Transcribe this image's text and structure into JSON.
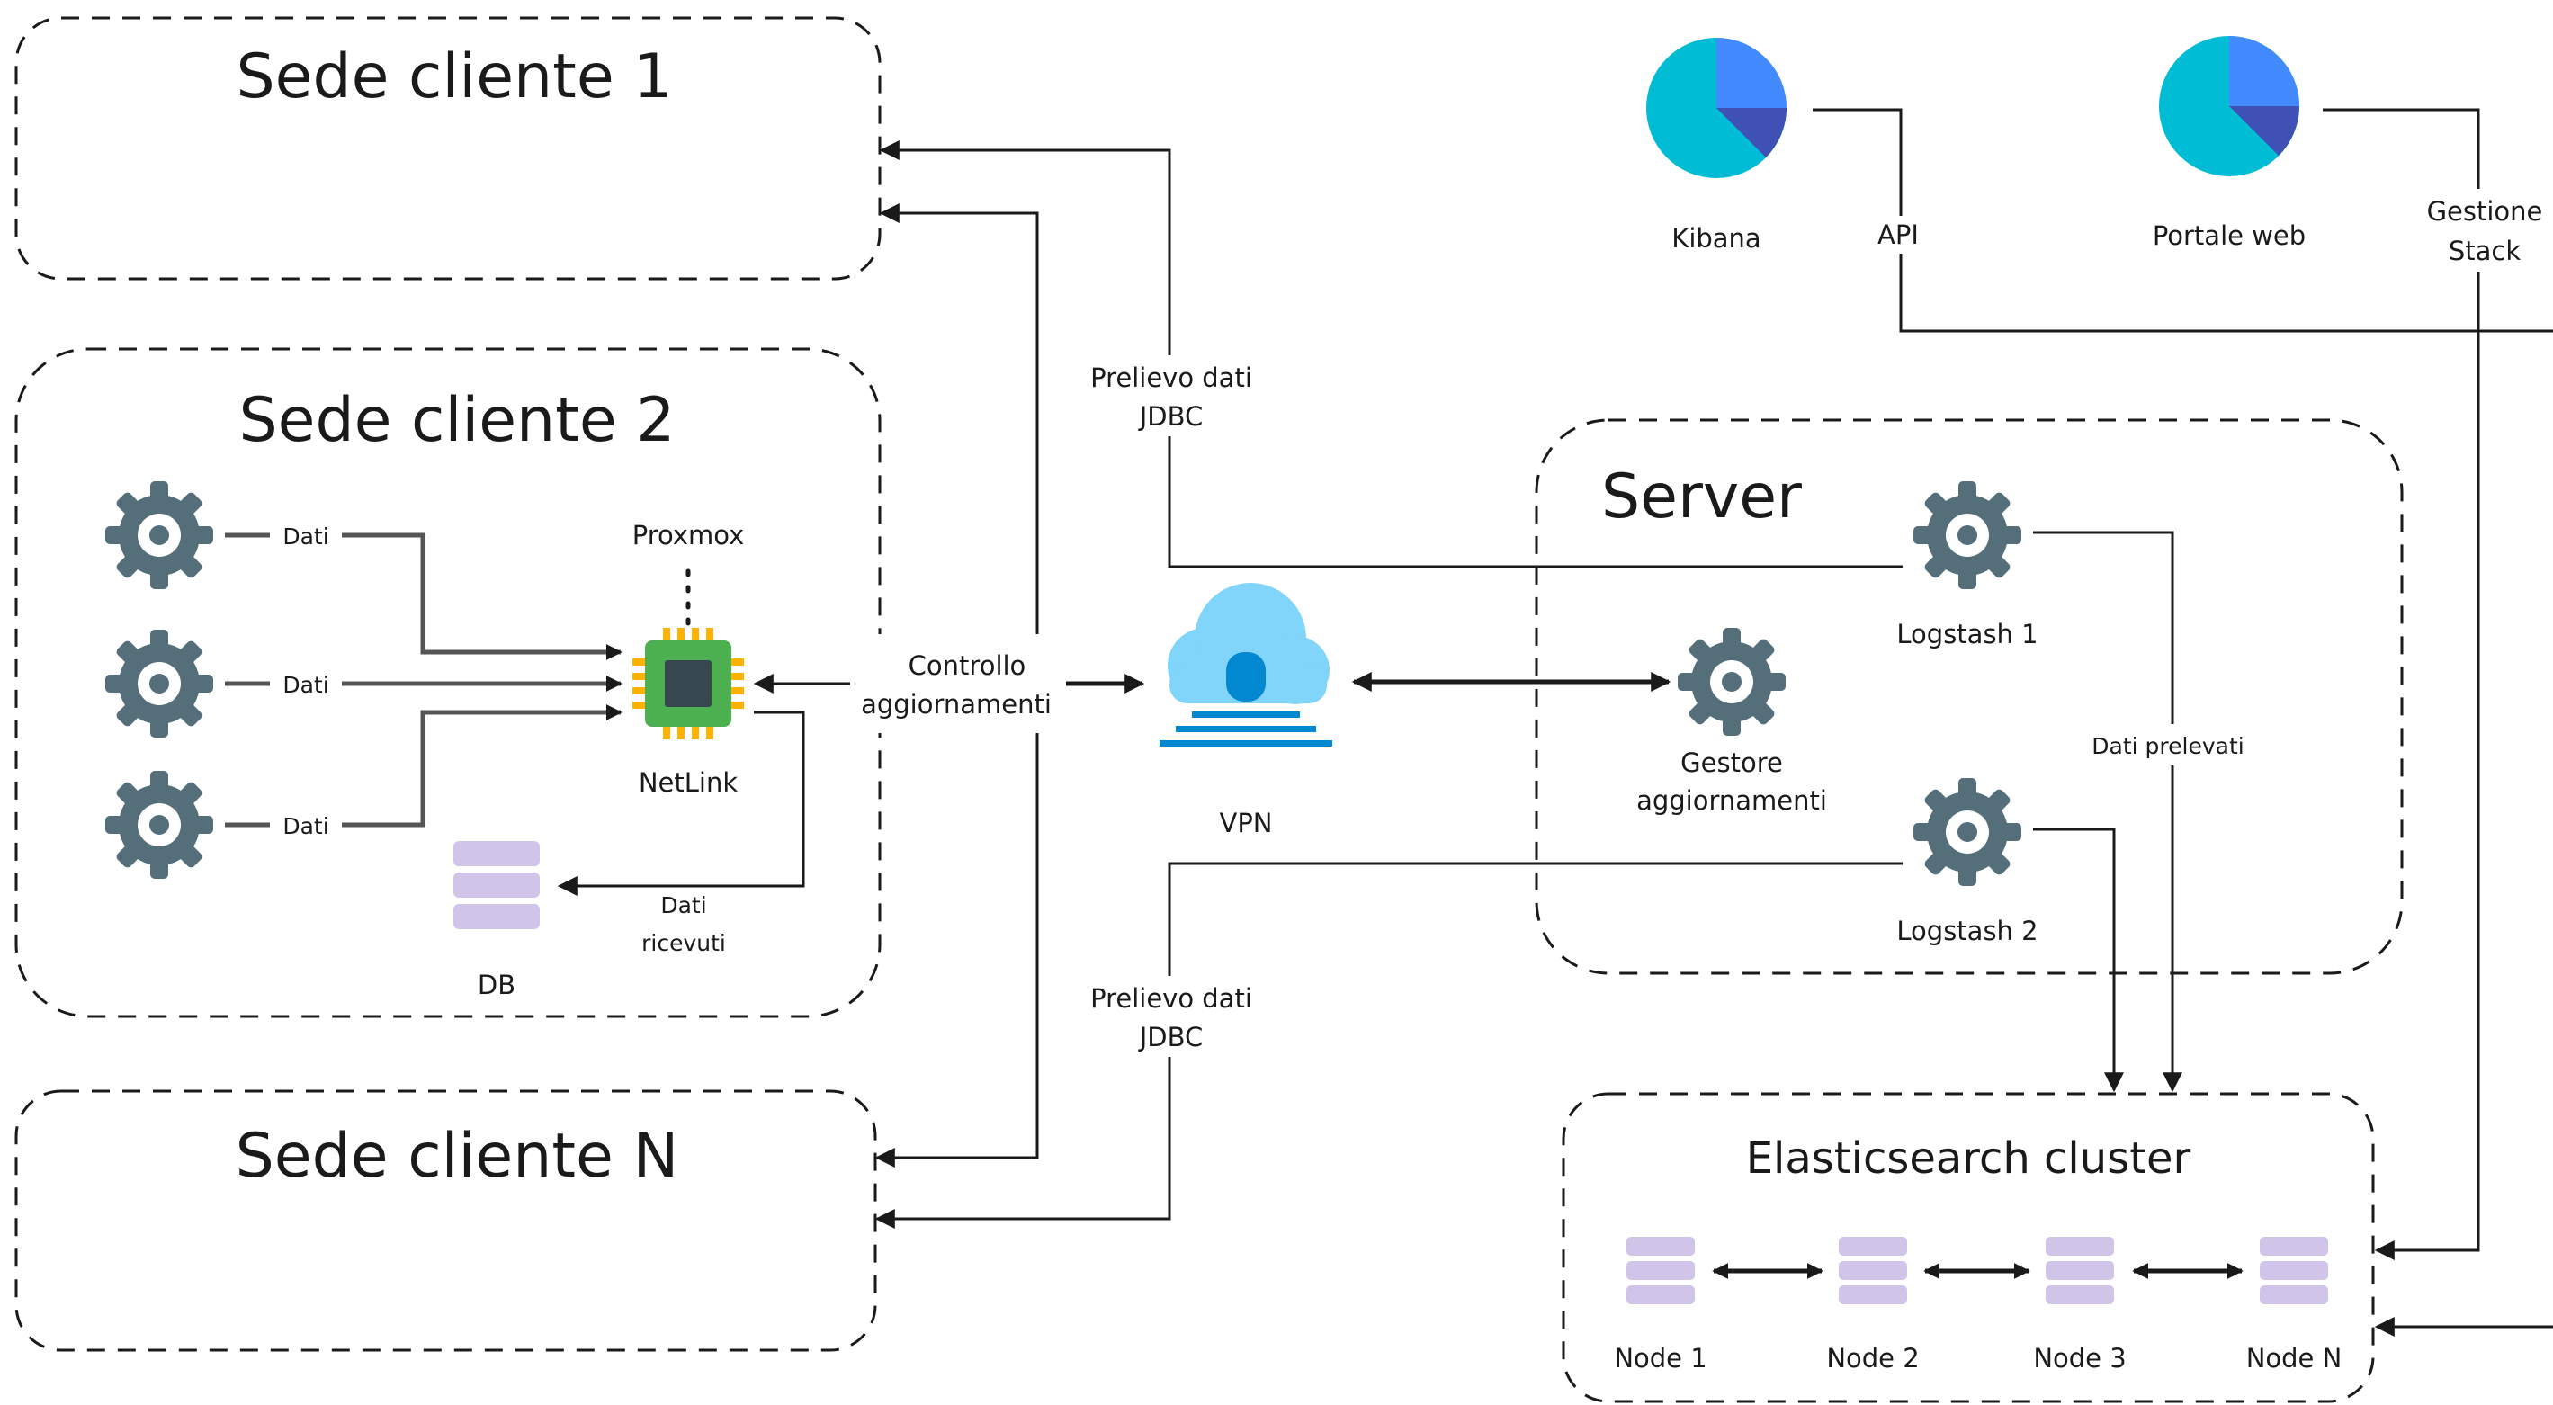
{
  "groups": {
    "sede1": "Sede cliente 1",
    "sede2": "Sede cliente 2",
    "sedeN": "Sede cliente N",
    "server": "Server",
    "cluster": "Elasticsearch cluster"
  },
  "nodes": {
    "proxmox": "Proxmox",
    "netlink": "NetLink",
    "db": "DB",
    "vpn": "VPN",
    "gestore_line1": "Gestore",
    "gestore_line2": "aggiornamenti",
    "logstash1": "Logstash 1",
    "logstash2": "Logstash 2",
    "kibana": "Kibana",
    "portale": "Portale web",
    "cluster_nodes": [
      "Node 1",
      "Node 2",
      "Node 3",
      "Node N"
    ]
  },
  "edge_labels": {
    "dati": "Dati",
    "dati_ricevuti_line1": "Dati",
    "dati_ricevuti_line2": "ricevuti",
    "controllo_line1": "Controllo",
    "controllo_line2": "aggiornamenti",
    "prelievo_line1": "Prelievo dati",
    "prelievo_line2": "JDBC",
    "api": "API",
    "gestione_line1": "Gestione",
    "gestione_line2": "Stack",
    "dati_prelevati": "Dati prelevati"
  },
  "colors": {
    "gear": "#546E7A",
    "chip_body": "#4CAF50",
    "chip_core": "#37474F",
    "chip_pins": "#FFB300",
    "db": "#D1C4E9",
    "cloud": "#81D4FA",
    "cloud_accent": "#0288D1",
    "pie_main": "#00BCD4",
    "pie_blue": "#448AFF",
    "pie_dark": "#3F51B5"
  },
  "icons": {
    "gear": "gear-icon",
    "chip": "chip-icon",
    "db": "database-icon",
    "cloud": "cloud-vpn-icon",
    "pie": "pie-chart-icon"
  }
}
